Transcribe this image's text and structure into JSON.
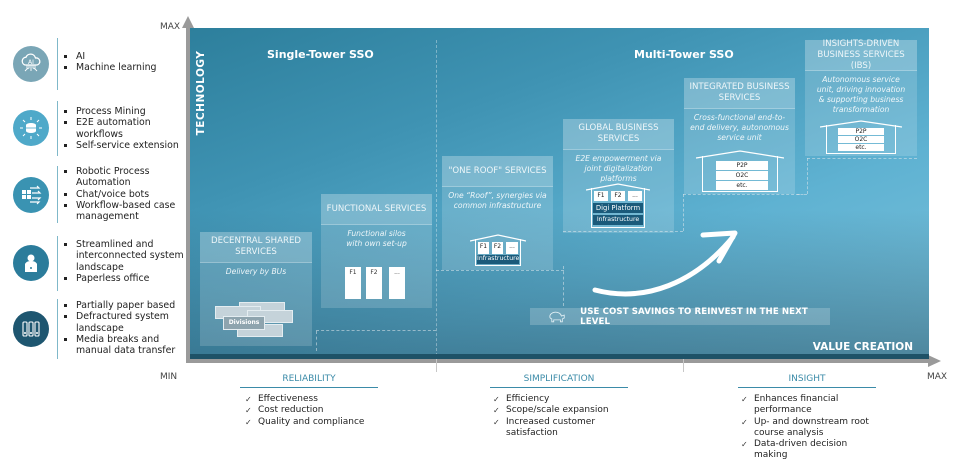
{
  "axes": {
    "y_max_label": "MAX",
    "x_min_label": "MIN",
    "x_max_label": "MAX",
    "y_title": "TECHNOLOGY",
    "x_title": "VALUE CREATION"
  },
  "legend": [
    {
      "icon": "ai-cloud-icon",
      "color": "#7aa6b6",
      "items": [
        "AI",
        "Machine learning"
      ]
    },
    {
      "icon": "database-automation-icon",
      "color": "#4fa9c9",
      "items": [
        "Process Mining",
        "E2E automation workflows",
        "Self-service extension"
      ]
    },
    {
      "icon": "rpa-arrows-icon",
      "color": "#3a93b2",
      "items": [
        "Robotic Process Automation",
        "Chat/voice bots",
        "Workflow-based case management"
      ]
    },
    {
      "icon": "user-laptop-icon",
      "color": "#2b7c9b",
      "items": [
        "Streamlined and interconnected system landscape",
        "Paperless office"
      ]
    },
    {
      "icon": "binders-icon",
      "color": "#1e5670",
      "items": [
        "Partially paper based",
        "Defractured system landscape",
        "Media breaks and manual data transfer"
      ]
    }
  ],
  "sections": {
    "single_tower": "Single-Tower SSO",
    "multi_tower": "Multi-Tower SSO"
  },
  "stages": [
    {
      "title": "DECENTRAL SHARED SERVICES",
      "desc": "Delivery by BUs",
      "graphic": {
        "label": "Divisions"
      }
    },
    {
      "title": "FUNCTIONAL SERVICES",
      "desc": "Functional silos with own set-up",
      "graphic": {
        "cells": [
          "F1",
          "F2",
          "..."
        ]
      }
    },
    {
      "title": "\"ONE ROOF\" SERVICES",
      "desc": "One “Roof”, synergies via common infrastructure",
      "graphic": {
        "cells": [
          "F1",
          "F2",
          "..."
        ],
        "bars": [
          "Infrastructure"
        ]
      }
    },
    {
      "title": "GLOBAL BUSINESS SERVICES",
      "desc": "E2E empowerment via joint digitalization platforms",
      "graphic": {
        "cells": [
          "F1",
          "F2",
          "..."
        ],
        "bars": [
          "Digi Platform",
          "Infrastructure"
        ]
      }
    },
    {
      "title": "INTEGRATED BUSINESS SERVICES",
      "desc": "Cross-functional end-to-end delivery, autonomous service unit",
      "graphic": {
        "rows": [
          "P2P",
          "O2C",
          "etc."
        ]
      }
    },
    {
      "title": "INSIGHTS-DRIVEN BUSINESS SERVICES (IBS)",
      "desc": "Autonomous service unit, driving innovation & supporting business transformation",
      "graphic": {
        "rows": [
          "P2P",
          "O2C",
          "etc."
        ]
      }
    }
  ],
  "reinvest_banner": {
    "icon": "piggy-bank-icon",
    "label": "USE COST SAVINGS TO REINVEST IN THE NEXT LEVEL"
  },
  "categories": [
    {
      "title": "RELIABILITY",
      "items": [
        "Effectiveness",
        "Cost reduction",
        "Quality and compliance"
      ]
    },
    {
      "title": "SIMPLIFICATION",
      "items": [
        "Efficiency",
        "Scope/scale expansion",
        "Increased customer satisfaction"
      ]
    },
    {
      "title": "INSIGHT",
      "items": [
        "Enhances financial performance",
        "Up- and downstream root course analysis",
        "Data-driven decision making"
      ]
    }
  ],
  "colors": {
    "accent": "#3b8ba8",
    "panel_dark": "#2d7f9c",
    "panel_light": "#7dc3dc",
    "axis": "#9a9a9a"
  }
}
